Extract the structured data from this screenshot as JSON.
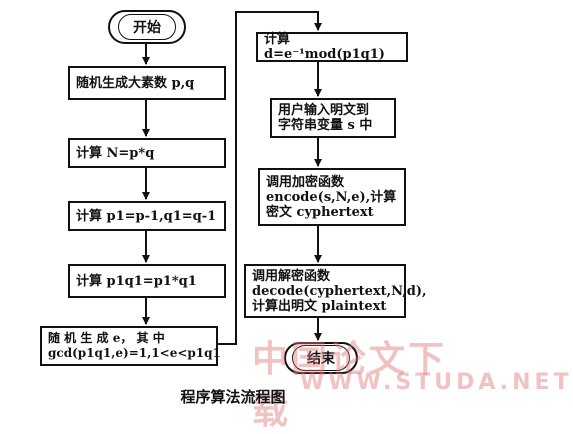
{
  "flowchart": {
    "start": "开始",
    "steps_left": [
      "随机生成大素数 p,q",
      "计算 N=p*q",
      "计算 p1=p-1,q1=q-1",
      "计算 p1q1=p1*q1",
      "随 机 生 成  e， 其 中\ngcd(p1q1,e)=1,1<e<p1q1"
    ],
    "steps_right": [
      "计算 d=e⁻¹mod(p1q1)",
      "用户输入明文到\n字符串变量 s 中",
      "调用加密函数\nencode(s,N,e),计算\n密文 cyphertext",
      "调用解密函数\ndecode(cyphertext,N,d),\n计算出明文 plaintext"
    ],
    "end": "结束"
  },
  "caption": "程序算法流程图",
  "watermark": {
    "text": "中国论文下载",
    "url": "WWW.STUDA.NET"
  }
}
